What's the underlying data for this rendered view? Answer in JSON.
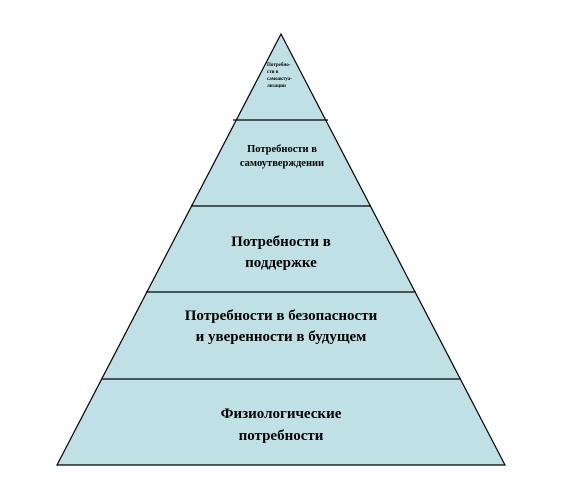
{
  "diagram": {
    "type": "pyramid",
    "fill_color": "#bfe0e4",
    "line_color": "#000000",
    "levels": [
      {
        "lines": [
          "Потребно-",
          "сти в",
          "самоактуа-",
          "лизации"
        ]
      },
      {
        "lines": [
          "Потребности в",
          "самоутверждении"
        ]
      },
      {
        "lines": [
          "Потребности в",
          "поддержке"
        ]
      },
      {
        "lines": [
          "Потребности в безопасности",
          "и уверенности в будущем"
        ]
      },
      {
        "lines": [
          "Физиологические",
          "потребности"
        ]
      }
    ]
  }
}
